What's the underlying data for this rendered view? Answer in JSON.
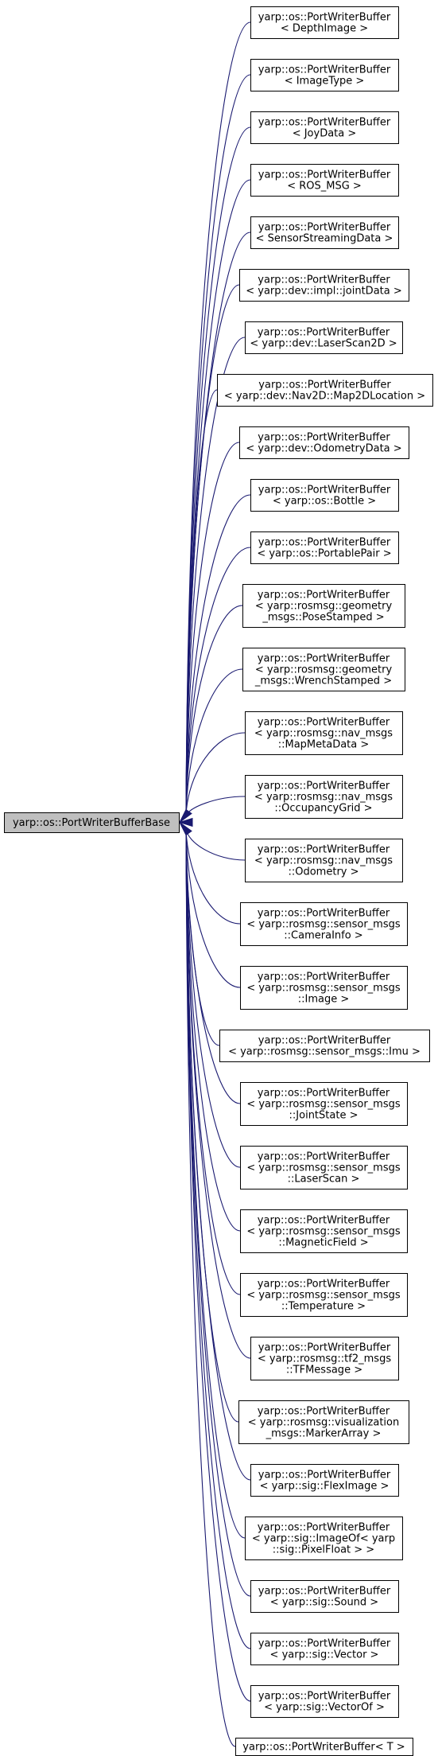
{
  "base_class": {
    "label": "yarp::os::PortWriterBufferBase"
  },
  "derived_classes": [
    {
      "lines": [
        "yarp::os::PortWriterBuffer",
        "< DepthImage >"
      ]
    },
    {
      "lines": [
        "yarp::os::PortWriterBuffer",
        "< ImageType >"
      ]
    },
    {
      "lines": [
        "yarp::os::PortWriterBuffer",
        "< JoyData >"
      ]
    },
    {
      "lines": [
        "yarp::os::PortWriterBuffer",
        "< ROS_MSG >"
      ]
    },
    {
      "lines": [
        "yarp::os::PortWriterBuffer",
        "< SensorStreamingData >"
      ]
    },
    {
      "lines": [
        "yarp::os::PortWriterBuffer",
        "< yarp::dev::impl::jointData >"
      ]
    },
    {
      "lines": [
        "yarp::os::PortWriterBuffer",
        "< yarp::dev::LaserScan2D >"
      ]
    },
    {
      "lines": [
        "yarp::os::PortWriterBuffer",
        "< yarp::dev::Nav2D::Map2DLocation >"
      ]
    },
    {
      "lines": [
        "yarp::os::PortWriterBuffer",
        "< yarp::dev::OdometryData >"
      ]
    },
    {
      "lines": [
        "yarp::os::PortWriterBuffer",
        "< yarp::os::Bottle >"
      ]
    },
    {
      "lines": [
        "yarp::os::PortWriterBuffer",
        "< yarp::os::PortablePair >"
      ]
    },
    {
      "lines": [
        "yarp::os::PortWriterBuffer",
        "< yarp::rosmsg::geometry",
        "_msgs::PoseStamped >"
      ]
    },
    {
      "lines": [
        "yarp::os::PortWriterBuffer",
        "< yarp::rosmsg::geometry",
        "_msgs::WrenchStamped >"
      ]
    },
    {
      "lines": [
        "yarp::os::PortWriterBuffer",
        "< yarp::rosmsg::nav_msgs",
        "::MapMetaData >"
      ]
    },
    {
      "lines": [
        "yarp::os::PortWriterBuffer",
        "< yarp::rosmsg::nav_msgs",
        "::OccupancyGrid >"
      ]
    },
    {
      "lines": [
        "yarp::os::PortWriterBuffer",
        "< yarp::rosmsg::nav_msgs",
        "::Odometry >"
      ]
    },
    {
      "lines": [
        "yarp::os::PortWriterBuffer",
        "< yarp::rosmsg::sensor_msgs",
        "::CameraInfo >"
      ]
    },
    {
      "lines": [
        "yarp::os::PortWriterBuffer",
        "< yarp::rosmsg::sensor_msgs",
        "::Image >"
      ]
    },
    {
      "lines": [
        "yarp::os::PortWriterBuffer",
        "< yarp::rosmsg::sensor_msgs::Imu >"
      ]
    },
    {
      "lines": [
        "yarp::os::PortWriterBuffer",
        "< yarp::rosmsg::sensor_msgs",
        "::JointState >"
      ]
    },
    {
      "lines": [
        "yarp::os::PortWriterBuffer",
        "< yarp::rosmsg::sensor_msgs",
        "::LaserScan >"
      ]
    },
    {
      "lines": [
        "yarp::os::PortWriterBuffer",
        "< yarp::rosmsg::sensor_msgs",
        "::MagneticField >"
      ]
    },
    {
      "lines": [
        "yarp::os::PortWriterBuffer",
        "< yarp::rosmsg::sensor_msgs",
        "::Temperature >"
      ]
    },
    {
      "lines": [
        "yarp::os::PortWriterBuffer",
        "< yarp::rosmsg::tf2_msgs",
        "::TFMessage >"
      ]
    },
    {
      "lines": [
        "yarp::os::PortWriterBuffer",
        "< yarp::rosmsg::visualization",
        "_msgs::MarkerArray >"
      ]
    },
    {
      "lines": [
        "yarp::os::PortWriterBuffer",
        "< yarp::sig::FlexImage >"
      ]
    },
    {
      "lines": [
        "yarp::os::PortWriterBuffer",
        "< yarp::sig::ImageOf< yarp",
        "::sig::PixelFloat > >"
      ]
    },
    {
      "lines": [
        "yarp::os::PortWriterBuffer",
        "< yarp::sig::Sound >"
      ]
    },
    {
      "lines": [
        "yarp::os::PortWriterBuffer",
        "< yarp::sig::Vector >"
      ]
    },
    {
      "lines": [
        "yarp::os::PortWriterBuffer",
        "< yarp::sig::VectorOf >"
      ]
    },
    {
      "lines": [
        "yarp::os::PortWriterBuffer< T >"
      ]
    }
  ]
}
